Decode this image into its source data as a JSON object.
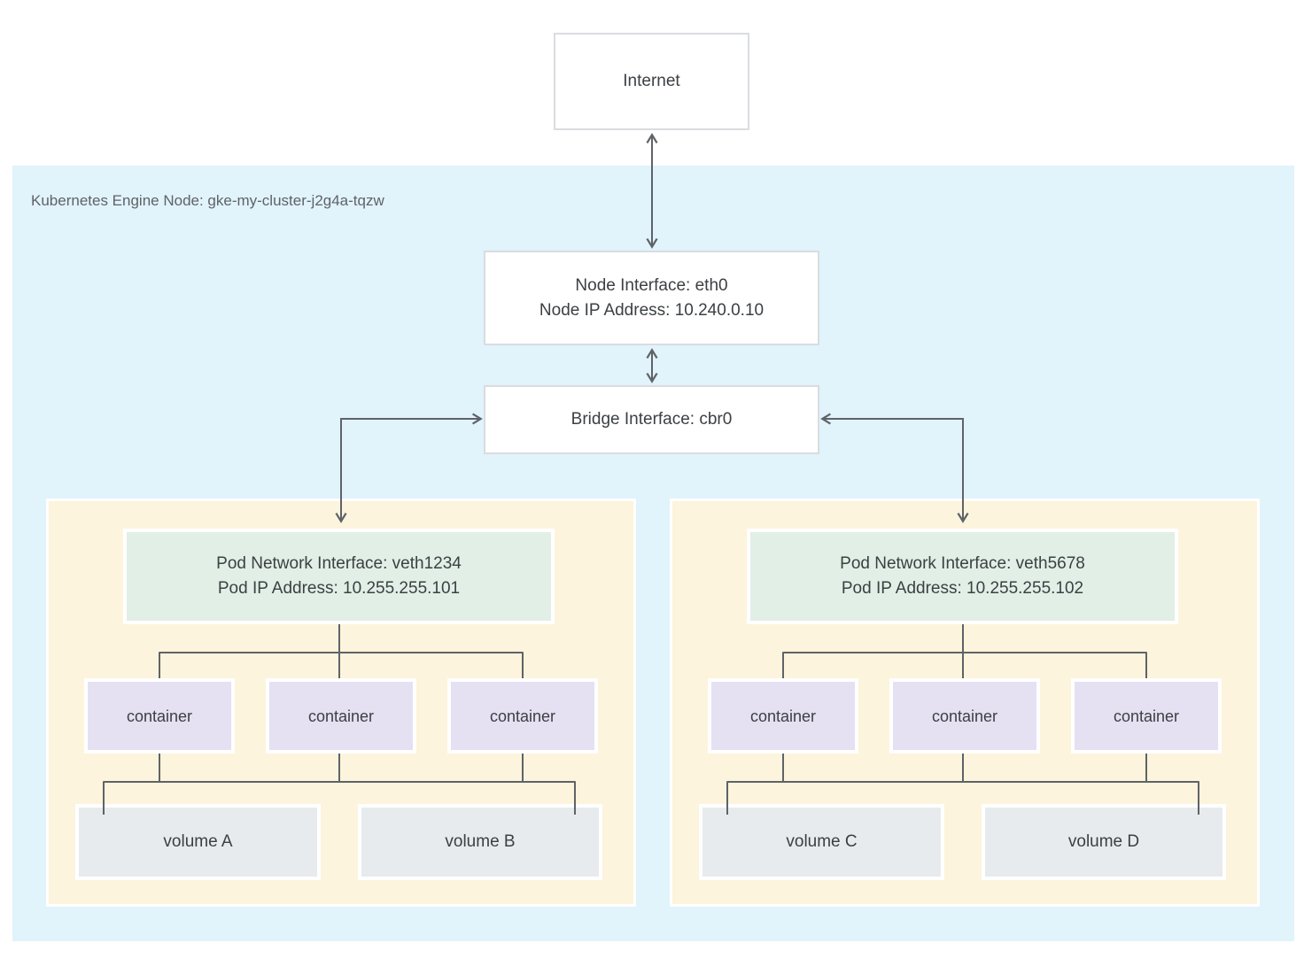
{
  "colors": {
    "node_bg": "#e1f3fb",
    "pod_bg": "#fcf4dc",
    "interface_bg": "#e1efe6",
    "container_bg": "#e5e0f2",
    "volume_bg": "#e8ebed",
    "box_border": "#dadce0",
    "connector": "#5f6368",
    "text": "#3c4043",
    "label_text": "#5f6368"
  },
  "internet": {
    "label": "Internet"
  },
  "node": {
    "label": "Kubernetes Engine Node: gke-my-cluster-j2g4a-tqzw",
    "interface": {
      "line1": "Node Interface: eth0",
      "line2": "Node IP Address: 10.240.0.10"
    },
    "bridge": {
      "label": "Bridge Interface: cbr0"
    }
  },
  "pods": [
    {
      "interface": {
        "line1": "Pod Network Interface: veth1234",
        "line2": "Pod IP Address: 10.255.255.101"
      },
      "containers": [
        "container",
        "container",
        "container"
      ],
      "volumes": [
        "volume A",
        "volume B"
      ]
    },
    {
      "interface": {
        "line1": "Pod Network Interface: veth5678",
        "line2": "Pod IP Address: 10.255.255.102"
      },
      "containers": [
        "container",
        "container",
        "container"
      ],
      "volumes": [
        "volume C",
        "volume D"
      ]
    }
  ]
}
